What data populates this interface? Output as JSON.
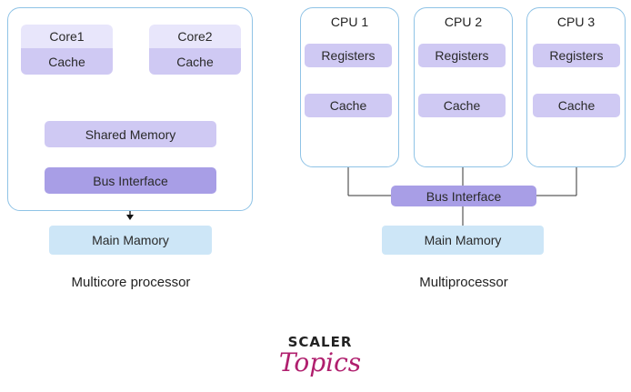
{
  "multicore": {
    "cores": [
      {
        "name": "Core1",
        "cache": "Cache"
      },
      {
        "name": "Core2",
        "cache": "Cache"
      }
    ],
    "shared_memory": "Shared Memory",
    "bus_interface": "Bus Interface",
    "main_memory": "Main Mamory",
    "caption": "Multicore processor"
  },
  "multiprocessor": {
    "cpus": [
      {
        "name": "CPU 1",
        "registers": "Registers",
        "cache": "Cache"
      },
      {
        "name": "CPU 2",
        "registers": "Registers",
        "cache": "Cache"
      },
      {
        "name": "CPU 3",
        "registers": "Registers",
        "cache": "Cache"
      }
    ],
    "bus_interface": "Bus Interface",
    "main_memory": "Main Mamory",
    "caption": "Multiprocessor"
  },
  "logo": {
    "line1": "SCALER",
    "line2": "Topics"
  },
  "colors": {
    "frame_border": "#8fc3e6",
    "light_purple": "#cfc9f3",
    "dark_purple": "#a89ee6",
    "memory_blue": "#cde6f7",
    "logo_accent": "#b01f6e"
  }
}
